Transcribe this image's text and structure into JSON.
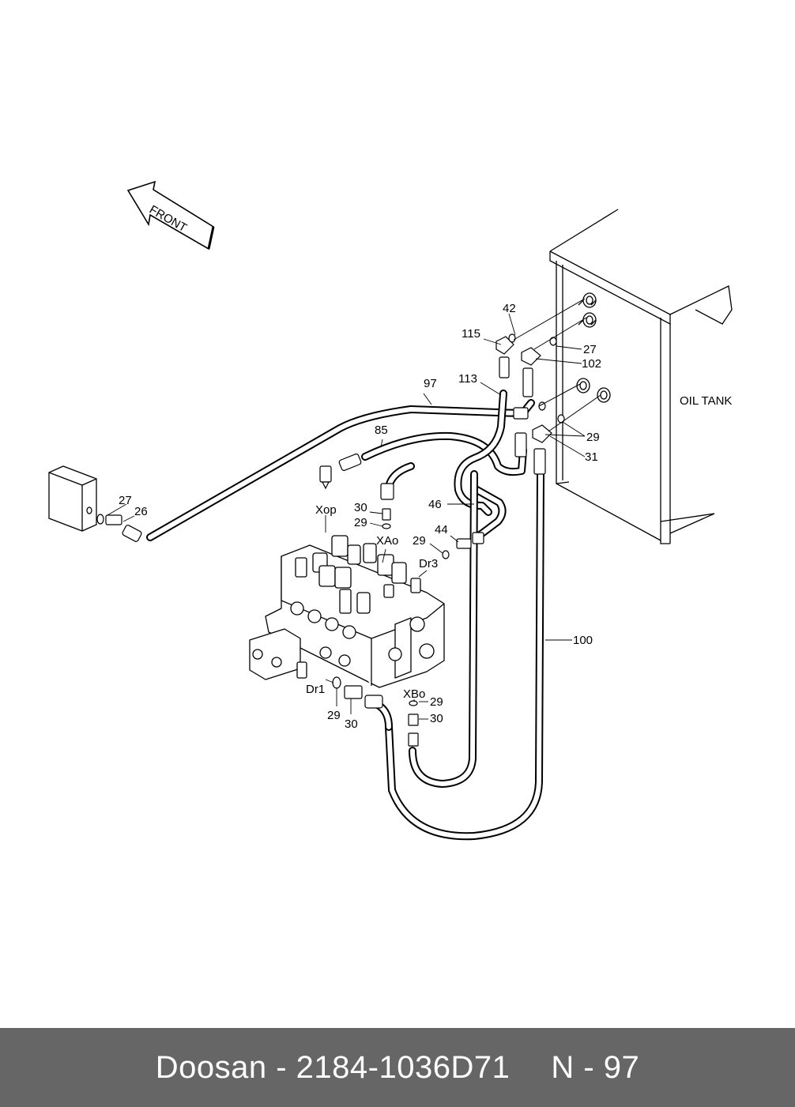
{
  "front_label": "FRONT",
  "oil_tank_label": "OIL TANK",
  "ports": {
    "xop": "Xop",
    "xao": "XAo",
    "dr3": "Dr3",
    "dr1": "Dr1",
    "xbo": "XBo"
  },
  "part_numbers": {
    "p42": "42",
    "p115": "115",
    "p27_tank": "27",
    "p102": "102",
    "p113": "113",
    "p97": "97",
    "p29_tank": "29",
    "p31": "31",
    "p85": "85",
    "p27_box": "27",
    "p26": "26",
    "p30_xop": "30",
    "p29_xop": "29",
    "p46": "46",
    "p44": "44",
    "p29_dr3": "29",
    "p100": "100",
    "p29_xbo": "29",
    "p30_xbo": "30",
    "p29_dr1": "29",
    "p30_dr1": "30"
  },
  "footer": {
    "brand": "Doosan",
    "separator": " - ",
    "part_number": "2184-1036D71",
    "page_ref": "N - 97"
  }
}
